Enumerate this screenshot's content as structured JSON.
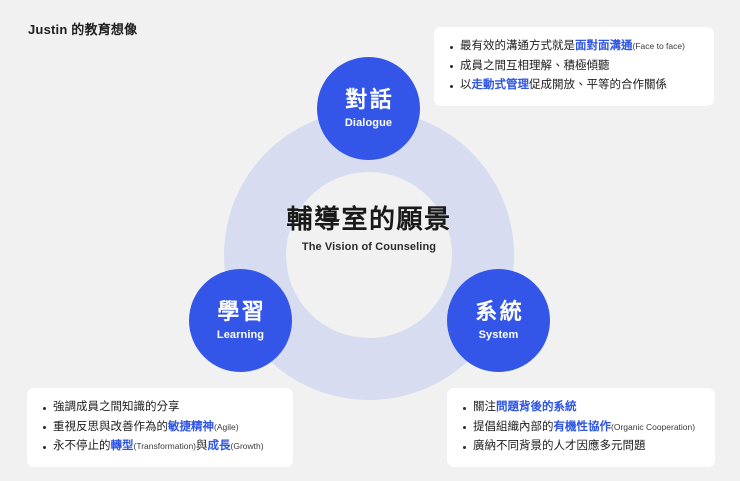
{
  "page": {
    "title": "Justin 的教育想像",
    "background_color": "#f1f1f1",
    "accent_color": "#3355e8",
    "ring_color": "#d8dcf1",
    "highlight_color": "#2f55e4"
  },
  "center": {
    "cn": "輔導室的願景",
    "en": "The Vision of Counseling"
  },
  "nodes": [
    {
      "id": "dialogue",
      "cn": "對話",
      "en": "Dialogue"
    },
    {
      "id": "learning",
      "cn": "學習",
      "en": "Learning"
    },
    {
      "id": "system",
      "cn": "系統",
      "en": "System"
    }
  ],
  "cards": {
    "dialogue": {
      "items": [
        {
          "segments": [
            {
              "text": "最有效的溝通方式就是",
              "style": "plain"
            },
            {
              "text": "面對面溝通",
              "style": "highlight"
            },
            {
              "text": "(Face to face)",
              "style": "note"
            }
          ]
        },
        {
          "segments": [
            {
              "text": "成員之間互相理解、積極傾聽",
              "style": "plain"
            }
          ]
        },
        {
          "segments": [
            {
              "text": "以",
              "style": "plain"
            },
            {
              "text": "走動式管理",
              "style": "highlight"
            },
            {
              "text": "促成開放、平等的合作關係",
              "style": "plain"
            }
          ]
        }
      ]
    },
    "learning": {
      "items": [
        {
          "segments": [
            {
              "text": "強調成員之間知識的分享",
              "style": "plain"
            }
          ]
        },
        {
          "segments": [
            {
              "text": "重視反思與改善作為的",
              "style": "plain"
            },
            {
              "text": "敏捷精神",
              "style": "highlight"
            },
            {
              "text": "(Agile)",
              "style": "note"
            }
          ]
        },
        {
          "segments": [
            {
              "text": "永不停止的",
              "style": "plain"
            },
            {
              "text": "轉型",
              "style": "highlight"
            },
            {
              "text": "(Transformation)",
              "style": "note"
            },
            {
              "text": "與",
              "style": "plain"
            },
            {
              "text": "成長",
              "style": "highlight"
            },
            {
              "text": "(Growth)",
              "style": "note"
            }
          ]
        }
      ]
    },
    "system": {
      "items": [
        {
          "segments": [
            {
              "text": "關注",
              "style": "plain"
            },
            {
              "text": "問題背後的系統",
              "style": "highlight"
            }
          ]
        },
        {
          "segments": [
            {
              "text": "提倡組織內部的",
              "style": "plain"
            },
            {
              "text": "有機性協作",
              "style": "highlight"
            },
            {
              "text": "(Organic Cooperation)",
              "style": "note"
            }
          ]
        },
        {
          "segments": [
            {
              "text": "廣納不同背景的人才因應多元問題",
              "style": "plain"
            }
          ]
        }
      ]
    }
  }
}
